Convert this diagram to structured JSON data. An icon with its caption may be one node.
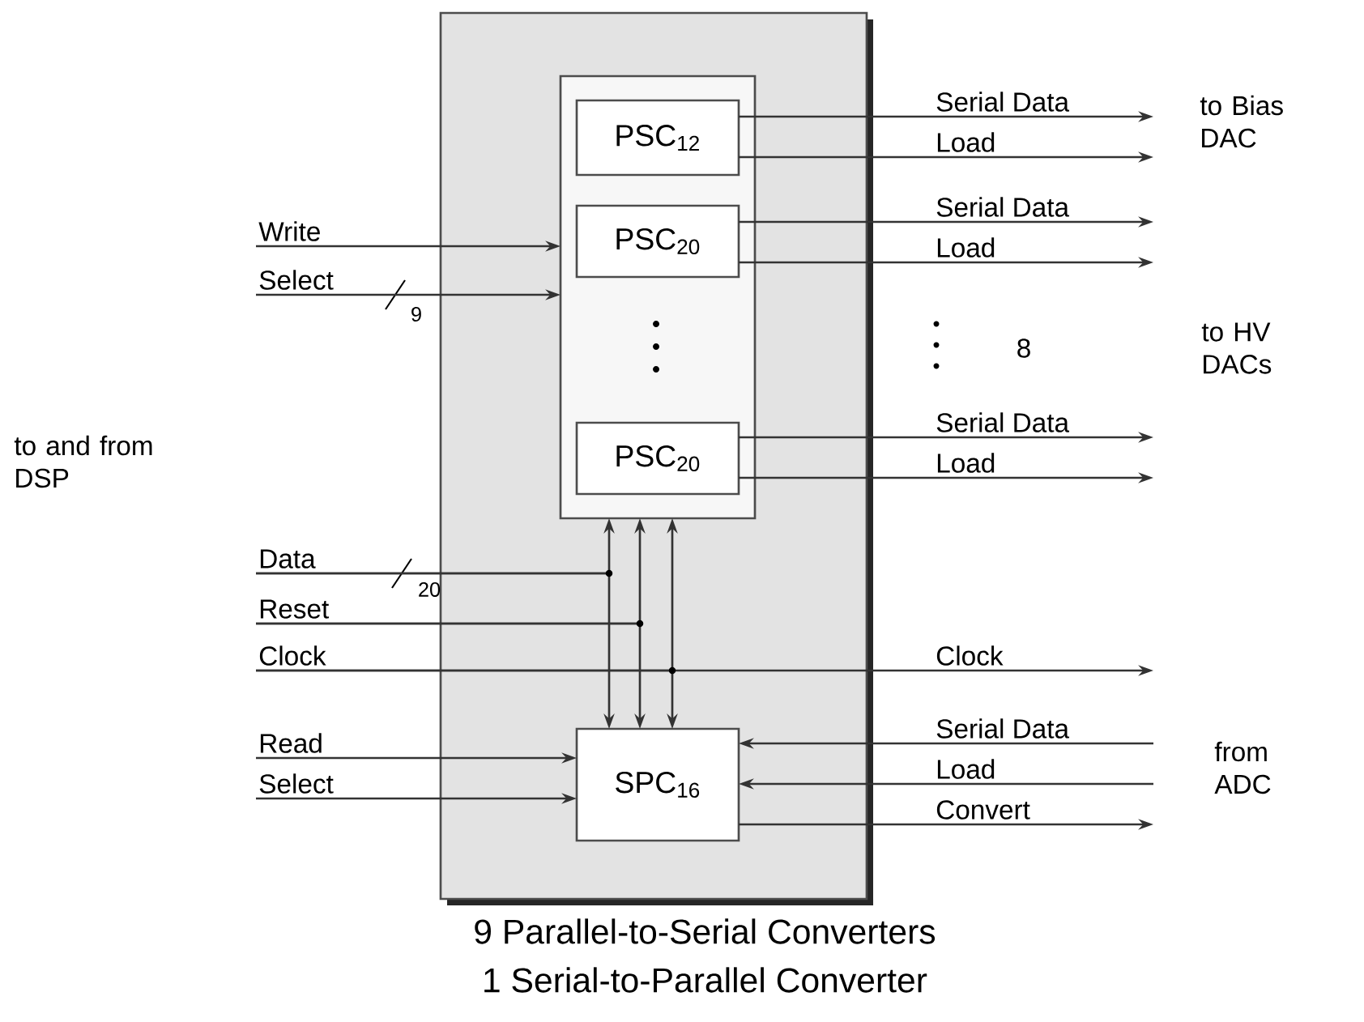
{
  "diagram": {
    "nodes": [
      {
        "text": [],
        "shape": "box"
      },
      {
        "text": [],
        "shape": "box",
        "in": 0
      },
      {
        "text": [
          "PSC$_{12}$"
        ],
        "in": 1
      },
      {
        "text": [
          "PSC$_{20}$"
        ],
        "in": 1
      },
      {
        "text": [
          "PSC$_{20}$"
        ],
        "in": 1
      },
      {
        "text": [
          "SPC$_{16}$"
        ],
        "in": 0
      }
    ],
    "edges": [
      {
        "from": null,
        "to": 1,
        "arrow": "to",
        "label": "Write"
      },
      {
        "from": null,
        "to": 1,
        "arrow": "to",
        "label": "Select"
      },
      {
        "from": 2,
        "to": null,
        "arrow": "to",
        "label": "Serial Data"
      },
      {
        "from": 2,
        "to": null,
        "arrow": "to",
        "label": "Load"
      },
      {
        "from": 3,
        "to": null,
        "arrow": "to",
        "label": "Serial Data"
      },
      {
        "from": 3,
        "to": null,
        "arrow": "to",
        "label": "Load"
      },
      {
        "from": 4,
        "to": null,
        "arrow": "to",
        "label": "Serial Data"
      },
      {
        "from": 4,
        "to": null,
        "arrow": "to",
        "label": "Load"
      },
      {
        "from": null,
        "to": 1,
        "arrow": "to",
        "label": "Data"
      },
      {
        "from": null,
        "to": 5,
        "arrow": "to"
      },
      {
        "from": null,
        "to": 1,
        "arrow": "to",
        "label": "Reset"
      },
      {
        "from": null,
        "to": 5,
        "arrow": "to"
      },
      {
        "from": null,
        "to": 1,
        "arrow": "to",
        "label": "Clock"
      },
      {
        "from": null,
        "to": 5,
        "arrow": "to"
      },
      {
        "from": 0,
        "to": null,
        "arrow": "to",
        "label": "Clock"
      },
      {
        "from": null,
        "to": 5,
        "arrow": "to",
        "label": "Read"
      },
      {
        "from": null,
        "to": 5,
        "arrow": "to",
        "label": "Select"
      },
      {
        "from": null,
        "to": 5,
        "arrow": "to",
        "label": "Serial Data"
      },
      {
        "from": null,
        "to": 5,
        "arrow": "to",
        "label": "Load"
      },
      {
        "from": 5,
        "to": null,
        "arrow": "to",
        "label": "Convert"
      }
    ],
    "labels": [
      "to and from DSP",
      "9",
      "20",
      "to Bias DAC",
      "8",
      "to HV DACs",
      "from ADC",
      "9 Parallel-to-Serial Converters",
      "1 Serial-to-Parallel Converter"
    ]
  }
}
